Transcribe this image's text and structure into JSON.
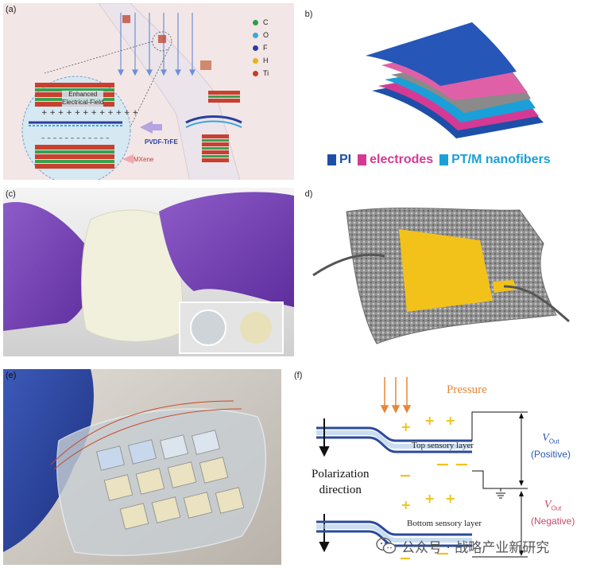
{
  "panels": {
    "a": {
      "label": "(a)",
      "legend": [
        {
          "symbol": "C",
          "color": "#2e9e4a"
        },
        {
          "symbol": "O",
          "color": "#3aa8d8"
        },
        {
          "symbol": "F",
          "color": "#2a3f9e"
        },
        {
          "symbol": "H",
          "color": "#e8b020"
        },
        {
          "symbol": "Ti",
          "color": "#c83a2e"
        }
      ],
      "enhanced_line1": "Enhanced",
      "enhanced_line2": "Electrical-Field",
      "pvdf_label": "PVDF-TrFE",
      "mxene_label": "MXene"
    },
    "b": {
      "label": "(b)",
      "legend": [
        {
          "text": "PI",
          "color": "#1e4fa8"
        },
        {
          "text": "electrodes",
          "color": "#d43a94"
        },
        {
          "text": "PT/M nanofibers",
          "color": "#1aa0d8"
        }
      ]
    },
    "c": {
      "label": "(c)"
    },
    "d": {
      "label": "(d)"
    },
    "e": {
      "label": "(e)"
    },
    "f": {
      "label": "(f)",
      "pressure": "Pressure",
      "top_layer": "Top sensory layer",
      "bottom_layer": "Bottom sensory layer",
      "polarization_line1": "Polarization",
      "polarization_line2": "direction",
      "vout_top_main": "V",
      "vout_top_sub": "Out",
      "vout_top_sign": "(Positive)",
      "vout_bottom_main": "V",
      "vout_bottom_sub": "Out",
      "vout_bottom_sign": "(Negative)"
    }
  },
  "watermark": "公众号 · 战略产业新研究"
}
